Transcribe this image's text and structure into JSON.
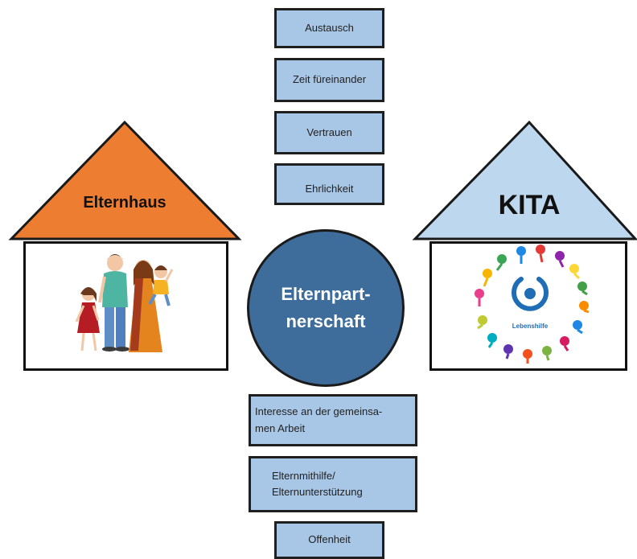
{
  "top_boxes": [
    {
      "label": "Austausch"
    },
    {
      "label": "Zeit füreinander"
    },
    {
      "label": "Vertrauen"
    },
    {
      "label": "Ehrlichkeit"
    }
  ],
  "left_house": {
    "roof_label": "Elternhaus",
    "roof_color": "#ed7d31"
  },
  "right_house": {
    "roof_label": "KITA",
    "roof_color": "#bdd7ee",
    "logo_text": "Lebenshilfe"
  },
  "center": {
    "line1": "Elternpart-",
    "line2": "nerschaft",
    "color": "#3e6d9c"
  },
  "bottom_boxes": [
    {
      "line1": "Interesse an der gemeinsa-",
      "line2": "men Arbeit"
    },
    {
      "line1": "Elternmithilfe/",
      "line2": "Elternunterstützung"
    },
    {
      "line1": "Offenheit",
      "line2": ""
    }
  ],
  "colors": {
    "box_fill": "#a8c7e6",
    "border": "#1f1f1f",
    "logo_blue": "#1e6db5"
  }
}
